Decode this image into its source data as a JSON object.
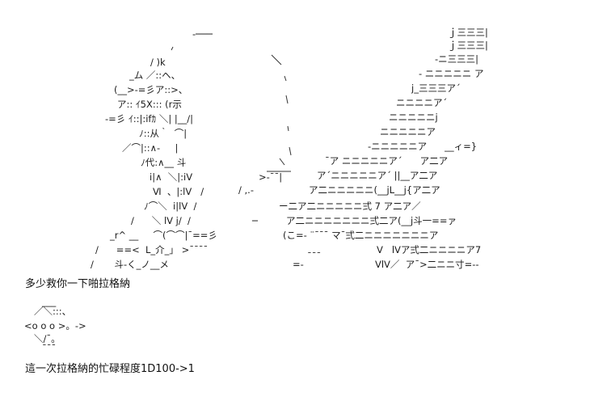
{
  "art_lines": [
    {
      "text": "ｊ三三三|"
    },
    {
      "text": "ｊ三三三|"
    },
    {
      "text": "-ニ三三三|"
    },
    {
      "text": "- ニニニニニ ア"
    },
    {
      "text": "j_三三三ア´"
    },
    {
      "text": "ニニニニア´"
    },
    {
      "text": "ニニニニニj"
    },
    {
      "text": "ニニニニニア"
    },
    {
      "text": "-ニニニニニア      __ィ=}"
    },
    {
      "text": "¯ア ニニニニニア´      ア二ア"
    },
    {
      "text": "ア´ニニニニニア´ ||__ア二ア"
    },
    {
      "text": "ア二ニニニニニ(__jL__j{ア二ア"
    },
    {
      "text": "ー二ア二ニニニニニ弍 7 ア二ア／"
    },
    {
      "text": "ア二ニニニニニニニ弍二ア(__j斗一==ァ"
    },
    {
      "text": "(こ=- ¨¯¯¯ マ¯弍二ニニニニニニニア"
    },
    {
      "text": "V   lVア弍二ニニニニア7"
    },
    {
      "text": "VlV／  ア¯>二ニニ寸=--"
    },
    {
      "text": "-───"
    },
    {
      "text": "/ )k"
    },
    {
      "text": "_ム ／::ヘ、"
    },
    {
      "text": "(__>-=彡ア::>、"
    },
    {
      "text": "ア:: ｲ5X::: (r示"
    },
    {
      "text": "-=彡 ｲ::|:ifｶ ＼| |__/|"
    },
    {
      "text": "ﾉ::从｀  ⌒|"
    },
    {
      "text": "／⌒|::∧-     |"
    },
    {
      "text": "ﾉ代:∧__ 斗"
    },
    {
      "text": "i|∧  ＼|:iV"
    },
    {
      "text": "Ⅵ  、|:lV   /"
    },
    {
      "text": "ﾉ⌒＼  i|lV  /"
    },
    {
      "text": "/      ＼ lV j/  /"
    },
    {
      "text": "_r^ __     ⌒(⌒⌒|¯==彡"
    },
    {
      "text": "/      ==<  L_介_」 >¯¯¯¯"
    },
    {
      "text": "/       斗-く_ノ__メ"
    },
    {
      "text": ">-¯¯|"
    },
    {
      "text": "/ ,.- "
    },
    {
      "text": "─ "
    },
    {
      "text": "¯¯¯"
    },
    {
      "text": "=- "
    }
  ],
  "caption_top": "多少救你一下啪拉格納",
  "mini_art_lines": [
    {
      "text": "___"
    },
    {
      "text": "／＼:::、"
    },
    {
      "text": "<o o o >。->"
    },
    {
      "text": "＼/¯。"
    },
    {
      "text": "¯¯¯"
    }
  ],
  "caption_bottom": "這一次拉格納的忙碌程度1D100->1"
}
